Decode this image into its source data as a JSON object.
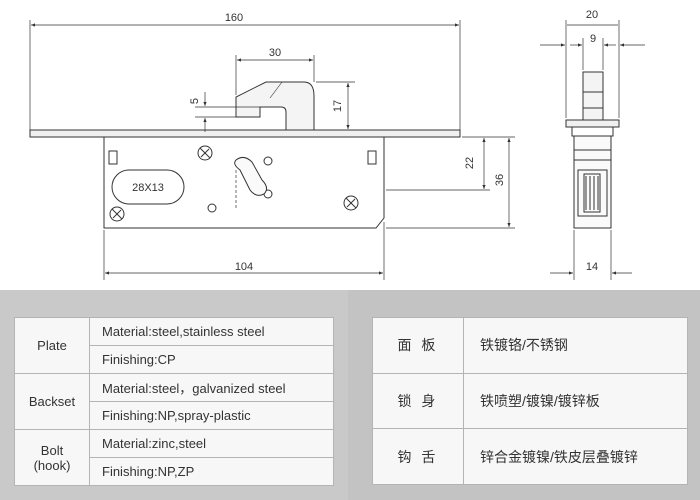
{
  "drawing": {
    "dims": {
      "plate_length": "160",
      "bolt_width": "30",
      "bolt_thickness": "5",
      "bolt_height": "17",
      "case_height_upper": "22",
      "case_height_total": "36",
      "backset_length": "104",
      "side_plate_width": "20",
      "side_inner_width": "9",
      "side_case_width": "14"
    },
    "slot_label": "28X13"
  },
  "spec_en": [
    {
      "category": "Plate",
      "items": [
        "Material:steel,stainless steel",
        "Finishing:CP"
      ]
    },
    {
      "category": "Backset",
      "items": [
        "Material:steel，galvanized steel",
        "Finishing:NP,spray-plastic"
      ]
    },
    {
      "category_lines": [
        "Bolt",
        "(hook)"
      ],
      "items": [
        "Material:zinc,steel",
        "Finishing:NP,ZP"
      ]
    }
  ],
  "spec_zh": [
    {
      "category": "面 板",
      "value": "铁镀铬/不锈钢"
    },
    {
      "category": "锁 身",
      "value": "铁喷塑/镀镍/镀锌板"
    },
    {
      "category": "钩 舌",
      "value": "锌合金镀镍/铁皮层叠镀锌"
    }
  ],
  "colors": {
    "panel_left": "#c9c9c9",
    "panel_right": "#c3c3c3",
    "table_bg": "#f7f7f7",
    "line": "#333333"
  }
}
